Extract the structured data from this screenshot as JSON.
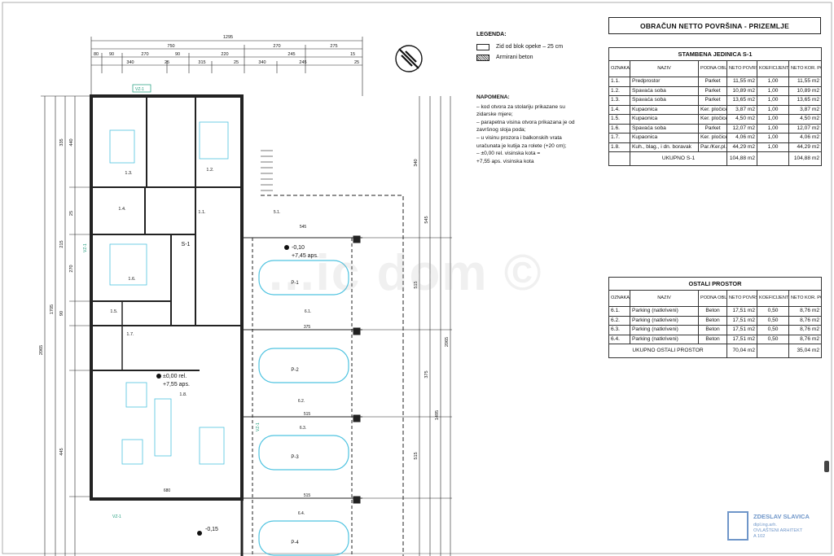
{
  "legend": {
    "title": "LEGENDA:",
    "items": [
      {
        "label": "Zid od blok opeke – 25 cm",
        "pattern": "plain"
      },
      {
        "label": "Armirani beton",
        "pattern": "hatch"
      }
    ]
  },
  "notes": {
    "title": "NAPOMENA:",
    "lines": [
      "– kod otvora za stolariju prikazane su",
      "  zidarske mjere;",
      "– parapetna visina otvora prikazana je od",
      "  završnog sloja poda;",
      "– u visinu prozora i balkonskih vrata",
      "  uračunata je kutija za rolete (+20 cm);",
      "– ±0,00 rel. visinska kota =",
      "  +7,55 aps. visinska kota"
    ]
  },
  "main_title": "OBRAČUN NETTO POVRŠINA - PRIZEMLJE",
  "unit_table": {
    "caption": "STAMBENA JEDINICA S-1",
    "headers": [
      "OZNAKA",
      "NAZIV",
      "PODNA OBLOGA",
      "NETO POVRŠINA",
      "KOEFICIJENT",
      "NETO KOR. POVRŠINA"
    ],
    "rows": [
      [
        "1.1.",
        "Predprostor",
        "Parket",
        "11,55 m2",
        "1,00",
        "11,55 m2"
      ],
      [
        "1.2.",
        "Spavaća soba",
        "Parket",
        "10,89 m2",
        "1,00",
        "10,89 m2"
      ],
      [
        "1.3.",
        "Spavaća soba",
        "Parket",
        "13,65 m2",
        "1,00",
        "13,65 m2"
      ],
      [
        "1.4.",
        "Kupaonica",
        "Ker. pločice",
        "3,87 m2",
        "1,00",
        "3,87 m2"
      ],
      [
        "1.5.",
        "Kupaonica",
        "Ker. pločice",
        "4,50 m2",
        "1,00",
        "4,50 m2"
      ],
      [
        "1.6.",
        "Spavaća soba",
        "Parket",
        "12,07 m2",
        "1,00",
        "12,07 m2"
      ],
      [
        "1.7.",
        "Kupaonica",
        "Ker. pločice",
        "4,06 m2",
        "1,00",
        "4,06 m2"
      ],
      [
        "1.8.",
        "Kuh., blag., i dn. boravak",
        "Par./Ker.pl.",
        "44,29 m2",
        "1,00",
        "44,29 m2"
      ]
    ],
    "total_label": "UKUPNO S-1",
    "total_net": "104,88 m2",
    "total_corrected": "104,88 m2"
  },
  "other_table": {
    "caption": "OSTALI PROSTOR",
    "headers": [
      "OZNAKA",
      "NAZIV",
      "PODNA OBLOGA",
      "NETO POVRŠINA",
      "KOEFICIJENT",
      "NETO KOR. POVRŠINA"
    ],
    "rows": [
      [
        "6.1.",
        "Parking (natkriveni)",
        "Beton",
        "17,51 m2",
        "0,50",
        "8,76 m2"
      ],
      [
        "6.2.",
        "Parking (natkriveni)",
        "Beton",
        "17,51 m2",
        "0,50",
        "8,76 m2"
      ],
      [
        "6.3.",
        "Parking (natkriveni)",
        "Beton",
        "17,51 m2",
        "0,50",
        "8,76 m2"
      ],
      [
        "6.4.",
        "Parking (natkriveni)",
        "Beton",
        "17,51 m2",
        "0,50",
        "8,76 m2"
      ]
    ],
    "total_label": "UKUPNO OSTALI PROSTOR",
    "total_net": "70,04 m2",
    "total_corrected": "35,04 m2"
  },
  "plan": {
    "top_dims_row1": "1295",
    "top_dims_row2": [
      "750",
      "270",
      "275"
    ],
    "top_dims_row3": [
      "80",
      "90",
      "270",
      "90",
      "220",
      "245",
      "15"
    ],
    "top_dims_row4": [
      "340",
      "25",
      "315",
      "25",
      "340",
      "245",
      "25"
    ],
    "left_dims": [
      "440",
      "335",
      "215",
      "25",
      "90",
      "270",
      "445",
      "2065",
      "1705"
    ],
    "right_dims": [
      "340",
      "545",
      "515",
      "375",
      "515",
      "2065",
      "1495"
    ],
    "room_labels": [
      "1.3.",
      "1.2.",
      "1.4.",
      "1.1.",
      "1.5.",
      "1.6.",
      "1.7.",
      "1.8.",
      "S-1"
    ],
    "parking_labels": [
      "P-1",
      "P-2",
      "P-3",
      "P-4"
    ],
    "parking_codes": [
      "6.1.",
      "6.2.",
      "6.3.",
      "6.4."
    ],
    "section_markers": [
      "VZ-1",
      "VZ-1",
      "VZ-1",
      "VZ-1"
    ],
    "level_1_top": "-0,10",
    "level_1_bottom": "+7,45 aps.",
    "level_2_top": "±0,00 rel.",
    "level_2_bottom": "+7,55 aps.",
    "level_3": "-0,15",
    "dim_parking_width": "515",
    "dim_ramp": "545",
    "dim_living": "680",
    "stair_label": "5.1."
  },
  "watermark": "...ic dom ©",
  "stamp": {
    "name": "ZDESLAV SLAVICA",
    "line1": "dipl.ing.arh.",
    "line2": "OVLAŠTENI ARHITEKT",
    "line3": "A 102"
  },
  "colors": {
    "line": "#222222",
    "car": "#4fc3e0",
    "room_tag": "#1a9a7a",
    "stamp": "#6f96c9"
  }
}
